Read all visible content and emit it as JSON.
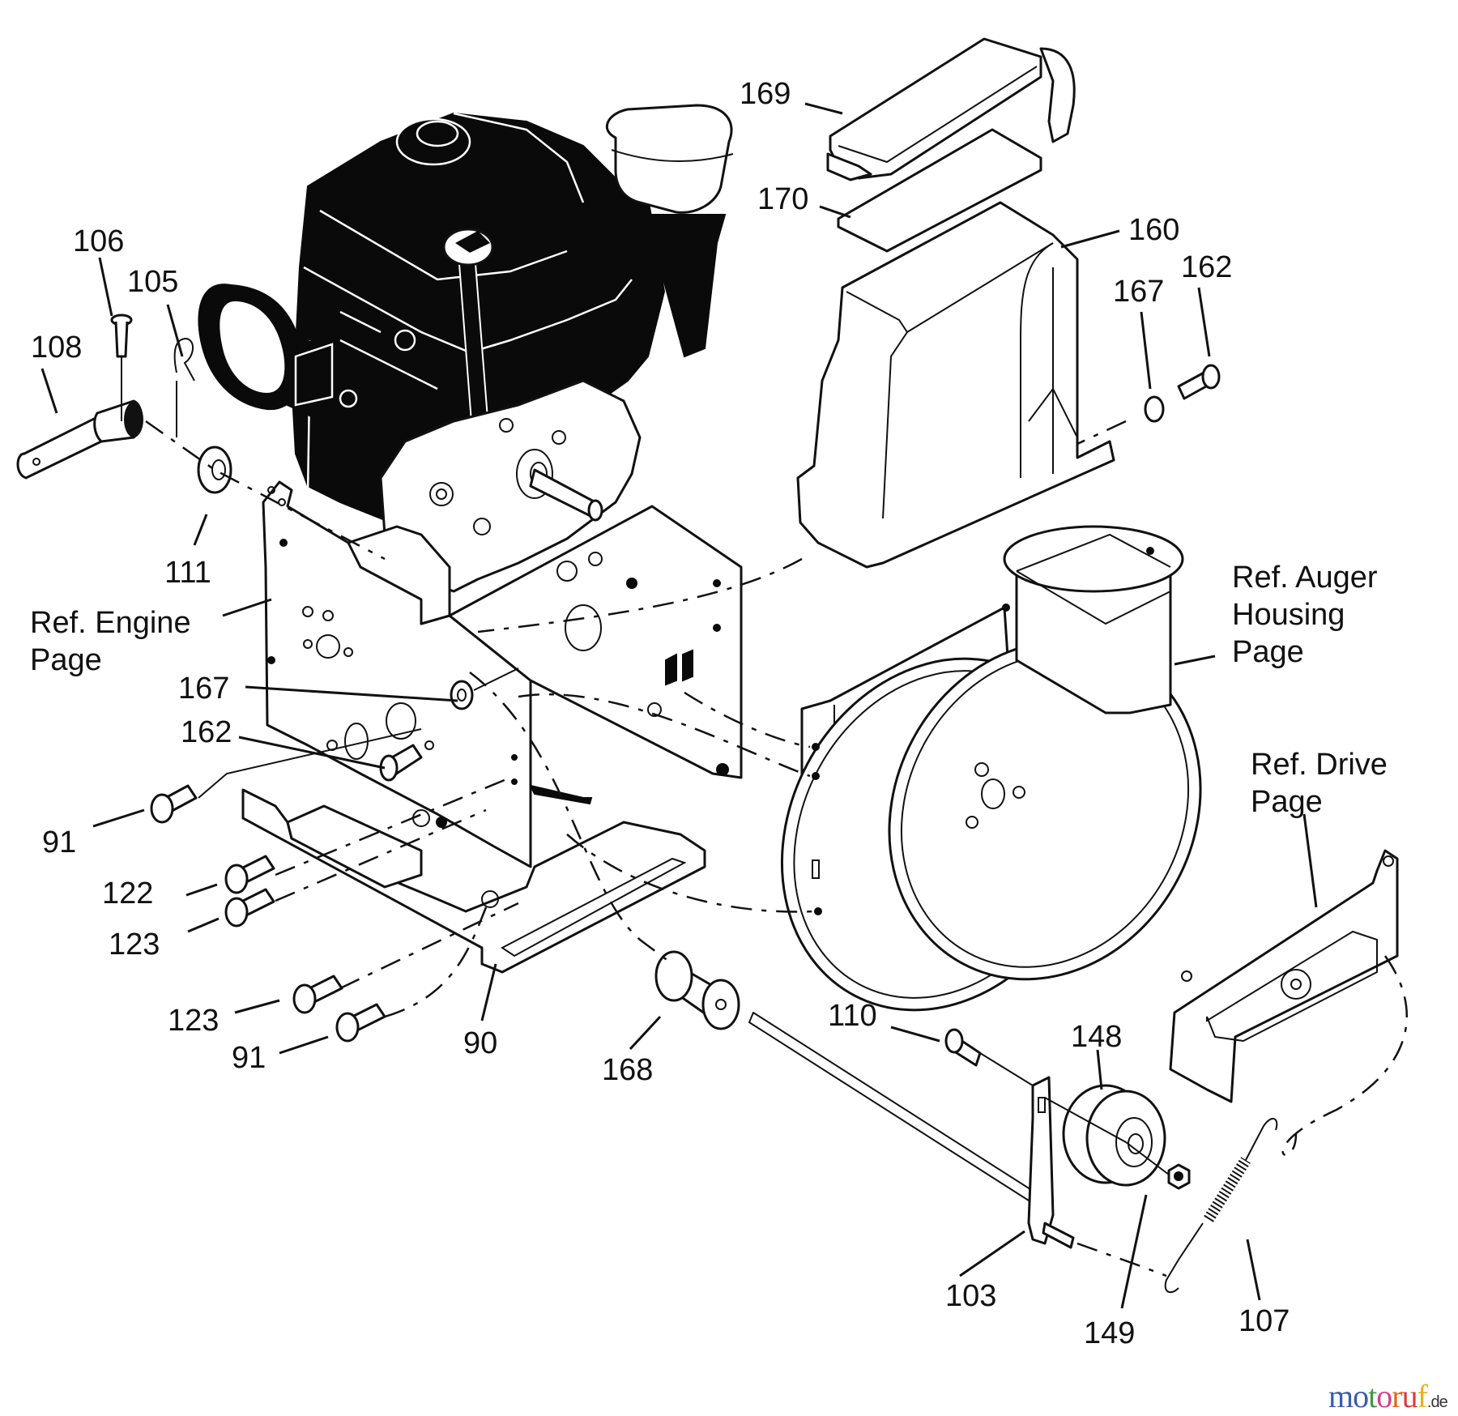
{
  "diagram": {
    "title": "Exploded parts diagram – snow thrower engine, frame and auger drive",
    "part_labels": {
      "p169": "169",
      "p170": "170",
      "p160": "160",
      "p162_right": "162",
      "p167_right": "167",
      "p106": "106",
      "p105": "105",
      "p108": "108",
      "p111": "111",
      "p167_left": "167",
      "p162_left": "162",
      "p91_top": "91",
      "p122": "122",
      "p123_top": "123",
      "p123_bottom": "123",
      "p91_bottom": "91",
      "p90": "90",
      "p168": "168",
      "p110": "110",
      "p148": "148",
      "p103": "103",
      "p149": "149",
      "p107": "107"
    },
    "references": {
      "engine": [
        "Ref. Engine",
        "Page"
      ],
      "auger_housing": [
        "Ref. Auger",
        "Housing",
        "Page"
      ],
      "drive": [
        "Ref. Drive",
        "Page"
      ]
    },
    "parts_icons": {
      "engine": "engine-icon",
      "air_filter_cover": "filter-cover-icon",
      "filter_element": "filter-element-icon",
      "filter_housing": "filter-housing-icon",
      "auger_housing": "auger-housing-icon",
      "frame": "frame-icon",
      "pulley": "pulley-icon",
      "spring": "spring-icon"
    }
  },
  "watermark": {
    "letters": [
      "m",
      "o",
      "t",
      "o",
      "r",
      "u",
      "f"
    ],
    "colors": [
      "#3b5bab",
      "#3b5bab",
      "#3f9a3f",
      "#d43f8c",
      "#d96a1c",
      "#d43f3f",
      "#e0b21c"
    ],
    "tld": ".de"
  }
}
